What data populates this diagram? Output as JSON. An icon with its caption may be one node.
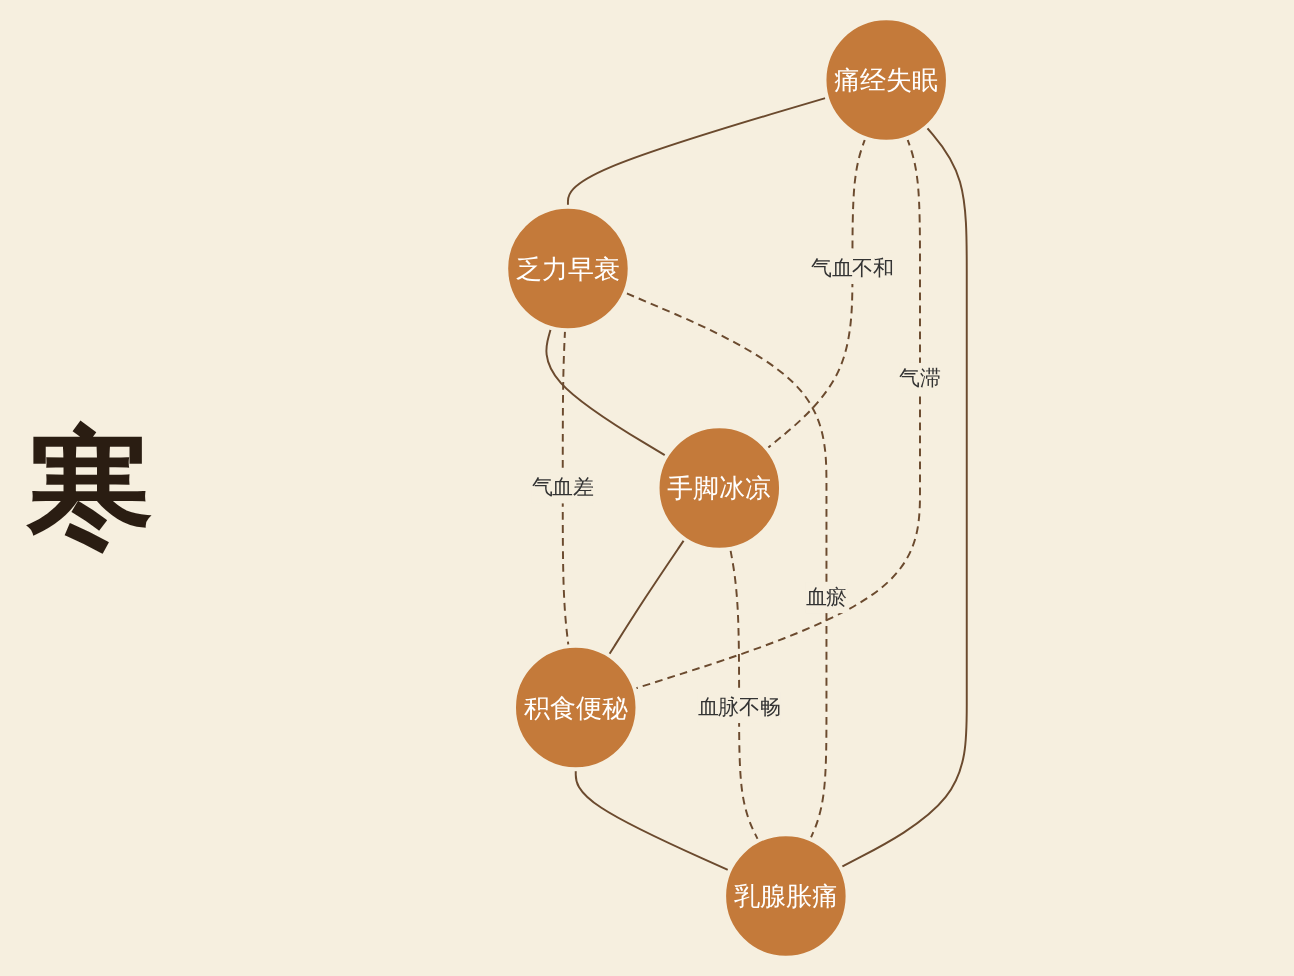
{
  "diagram": {
    "nodes": [
      {
        "text": [
          "痛经失眠"
        ]
      },
      {
        "text": [
          "乏力早衰"
        ]
      },
      {
        "text": [
          "手脚冰凉"
        ]
      },
      {
        "text": [
          "积食便秘"
        ]
      },
      {
        "text": [
          "乳腺胀痛"
        ]
      }
    ],
    "edges": [
      {
        "from": 0,
        "to": 1,
        "arrow": "none"
      },
      {
        "from": 1,
        "to": 2,
        "arrow": "none"
      },
      {
        "from": 2,
        "to": 3,
        "arrow": "none"
      },
      {
        "from": 3,
        "to": 4,
        "arrow": "none"
      },
      {
        "from": 4,
        "to": 0,
        "arrow": "none"
      },
      {
        "from": 4,
        "to": 1,
        "arrow": "none",
        "label": "血瘀",
        "style": "dashed"
      },
      {
        "from": 0,
        "to": 2,
        "arrow": "none",
        "label": "气血不和",
        "style": "dashed"
      },
      {
        "from": 4,
        "to": 2,
        "arrow": "none",
        "label": "血脉不畅",
        "style": "dashed"
      },
      {
        "from": 1,
        "to": 3,
        "arrow": "none",
        "label": "气血差",
        "style": "dashed"
      },
      {
        "from": 0,
        "to": 3,
        "arrow": "none",
        "label": "气滞",
        "style": "dashed"
      }
    ],
    "labels": [
      "寒"
    ]
  }
}
